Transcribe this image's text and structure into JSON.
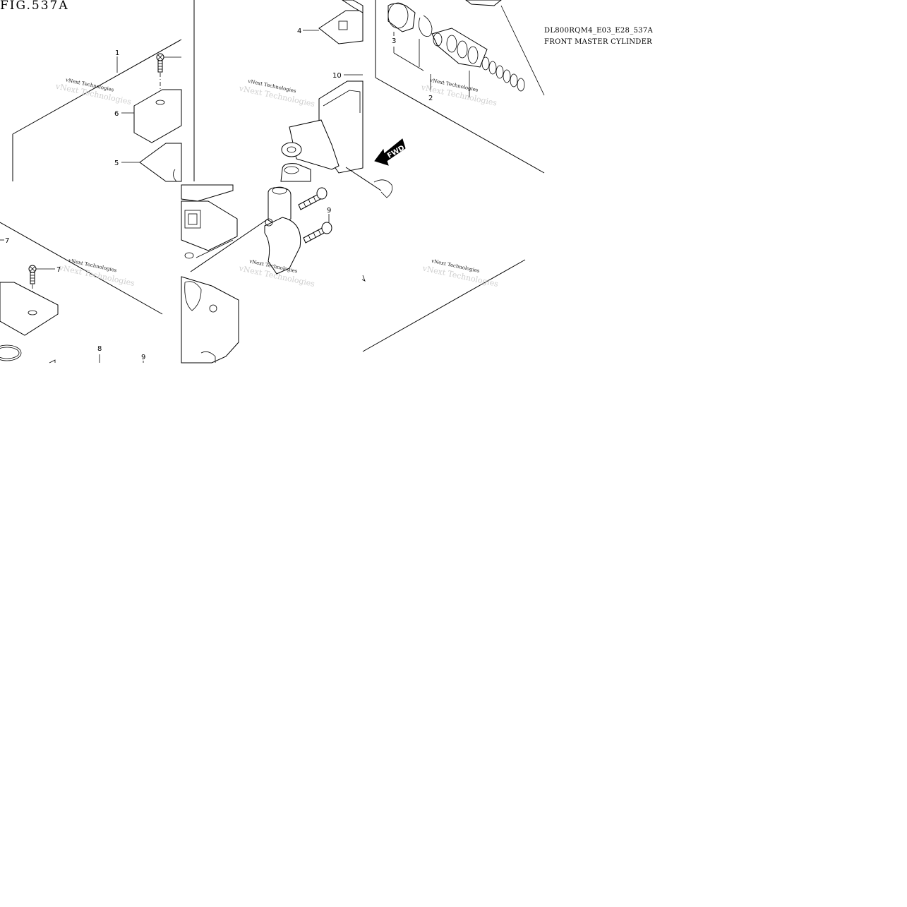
{
  "figure": {
    "title": "FIG.537A",
    "model_code": "DL800RQM4_E03_E28_537A",
    "part_name": "FRONT MASTER CYLINDER"
  },
  "watermark": {
    "text": "vNext Technologies"
  },
  "callouts": {
    "top_left": [
      "1",
      "6",
      "5"
    ],
    "top_middle": [
      "4",
      "10"
    ],
    "top_right": [
      "3",
      "2"
    ],
    "bottom_left": [
      "7",
      "7",
      "8",
      "9"
    ],
    "bottom_middle": [
      "9"
    ]
  },
  "arrow": {
    "label": "FWD"
  }
}
